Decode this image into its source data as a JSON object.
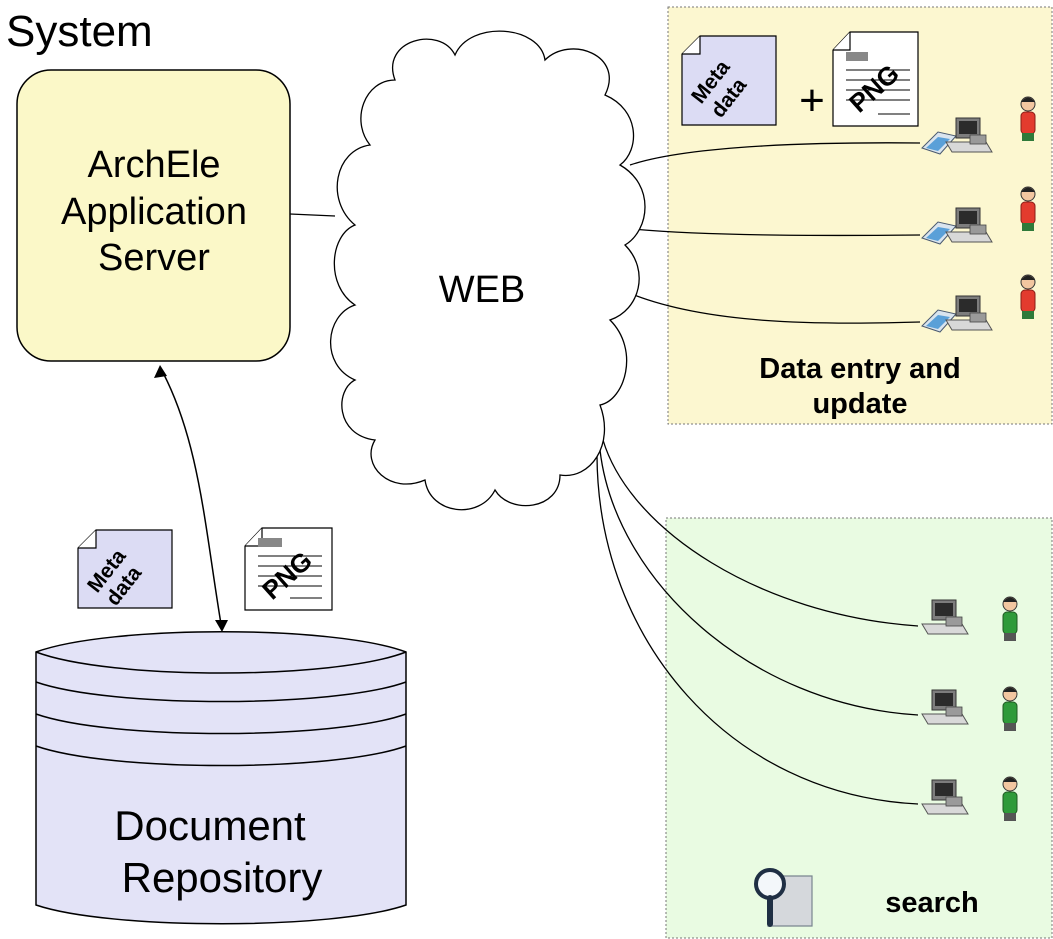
{
  "title": "System",
  "server": {
    "lines": [
      "ArchEle",
      "Application",
      "Server"
    ]
  },
  "network": {
    "label": "WEB"
  },
  "repository": {
    "lines": [
      "Document",
      "Repository"
    ]
  },
  "docs": {
    "metadata_lines": [
      "Meta",
      "data"
    ],
    "png_label": "PNG",
    "plus": "+"
  },
  "data_entry_panel": {
    "caption_lines": [
      "Data entry and",
      "update"
    ]
  },
  "search_panel": {
    "caption": "search"
  },
  "colors": {
    "title": "#1f2a6e",
    "server_fill": "#fbf8c8",
    "data_entry_fill": "#fcf7d0",
    "search_fill": "#e9fbe2",
    "repository_fill": "#e3e3f7",
    "metadata_fill": "#dcdcf4"
  }
}
